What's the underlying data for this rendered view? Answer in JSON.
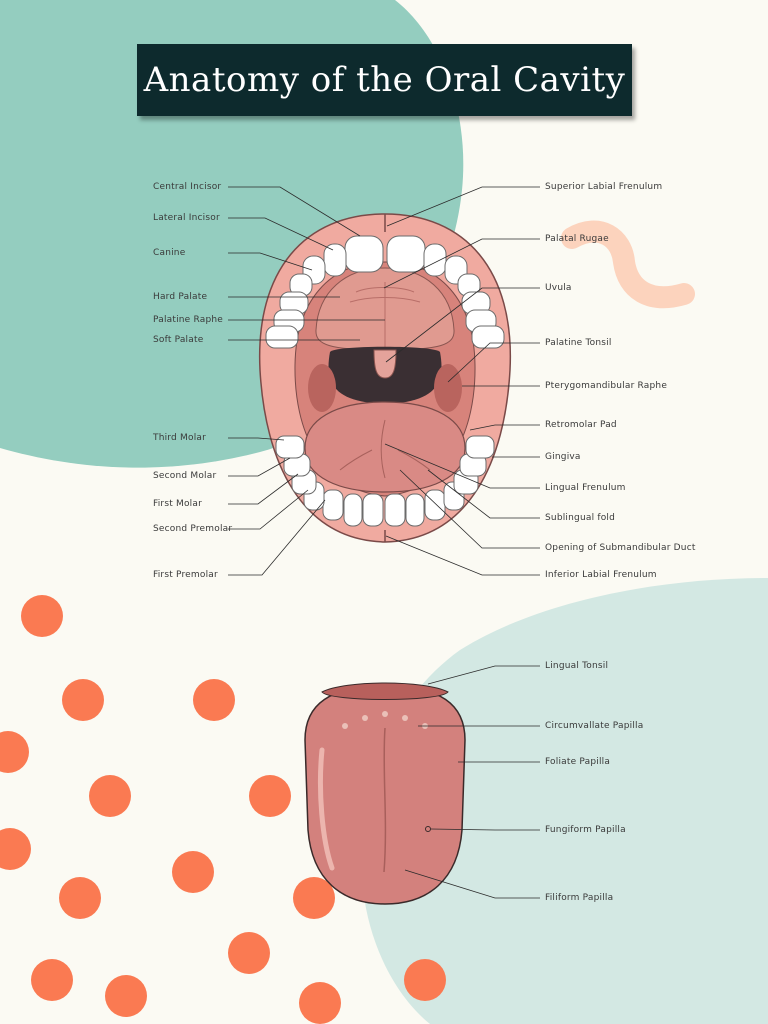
{
  "title": "Anatomy of the Oral Cavity",
  "colors": {
    "background": "#fbfaf3",
    "teal_blob": "#94cdbf",
    "pale_teal_blob": "#d3e8e3",
    "title_box": "#0d2a2d",
    "dots": "#fa7a52",
    "squiggle": "#fcd3bd",
    "tissue_pink": "#f0aaa0",
    "tongue": "#d3817d",
    "throat_dark": "#3a2f33"
  },
  "mouth_labels": {
    "left": [
      "Central Incisor",
      "Lateral Incisor",
      "Canine",
      "Hard Palate",
      "Palatine Raphe",
      "Soft Palate",
      "Third Molar",
      "Second Molar",
      "First Molar",
      "Second Premolar",
      "First Premolar"
    ],
    "right": [
      "Superior Labial Frenulum",
      "Palatal Rugae",
      "Uvula",
      "Palatine Tonsil",
      "Pterygomandibular Raphe",
      "Retromolar Pad",
      "Gingiva",
      "Lingual Frenulum",
      "Sublingual fold",
      "Opening of Submandibular Duct",
      "Inferior Labial Frenulum"
    ]
  },
  "tongue_labels": [
    "Lingual Tonsil",
    "Circumvallate Papilla",
    "Foliate Papilla",
    "Fungiform Papilla",
    "Filiform Papilla"
  ]
}
